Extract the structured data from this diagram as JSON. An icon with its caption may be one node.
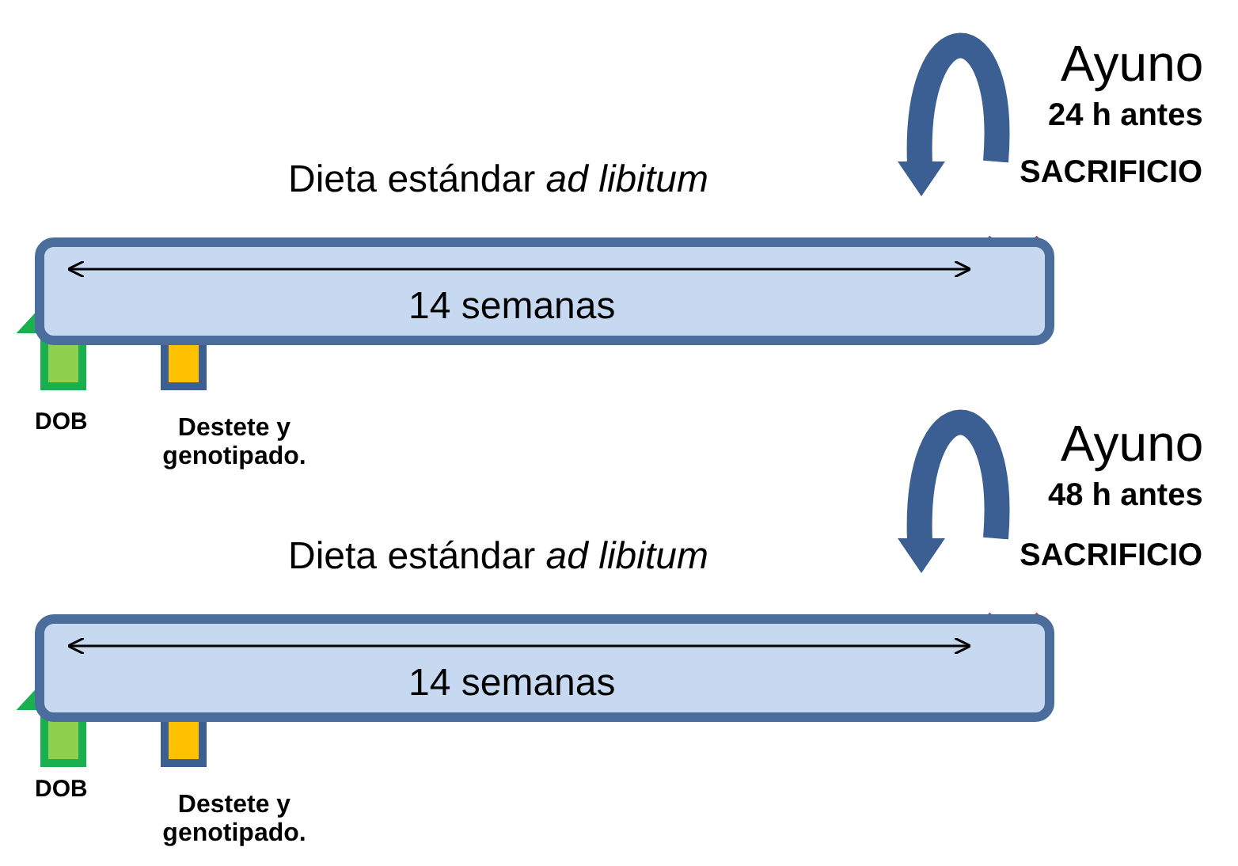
{
  "diagram": {
    "nodes": [
      {
        "text": [
          "Dieta estándar *ad libitum*",
          "14 semanas"
        ]
      },
      {
        "text": [
          "Dieta estándar *ad libitum*",
          "14 semanas"
        ]
      }
    ],
    "labels": [
      "Ayuno",
      "24 h antes",
      "SACRIFICIO",
      "DOB",
      "Destete y genotipado.",
      "Ayuno",
      "48 h antes",
      "SACRIFICIO",
      "DOB",
      "Destete y genotipado."
    ]
  }
}
